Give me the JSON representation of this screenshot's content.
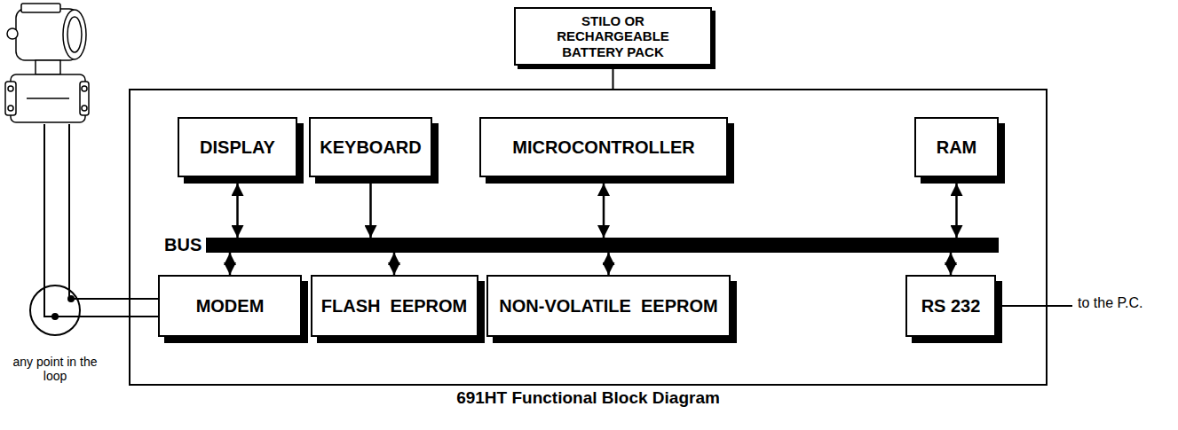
{
  "diagram": {
    "nodes": [
      {
        "text": [
          "STILO OR RECHARGEABLE BATTERY PACK"
        ]
      },
      {
        "text": [
          "691HT Functional Block Diagram"
        ]
      },
      {
        "text": [
          "DISPLAY"
        ],
        "in": 1
      },
      {
        "text": [
          "KEYBOARD"
        ],
        "in": 1
      },
      {
        "text": [
          "MICROCONTROLLER"
        ],
        "in": 1
      },
      {
        "text": [
          "RAM"
        ],
        "in": 1
      },
      {
        "text": [
          "BUS"
        ],
        "in": 1
      },
      {
        "text": [
          "MODEM"
        ],
        "in": 1
      },
      {
        "text": [
          "FLASH  EEPROM"
        ],
        "in": 1
      },
      {
        "text": [
          "NON-VOLATILE  EEPROM"
        ],
        "in": 1
      },
      {
        "text": [
          "RS 232"
        ],
        "in": 1
      }
    ],
    "edges": [
      {
        "from": 0,
        "to": 1,
        "arrow": "none"
      },
      {
        "from": 2,
        "to": 6,
        "arrow": "both"
      },
      {
        "from": 3,
        "to": 6,
        "arrow": "to"
      },
      {
        "from": 4,
        "to": 6,
        "arrow": "both"
      },
      {
        "from": 5,
        "to": 6,
        "arrow": "both"
      },
      {
        "from": 7,
        "to": 6,
        "arrow": "both"
      },
      {
        "from": 8,
        "to": 6,
        "arrow": "both"
      },
      {
        "from": 9,
        "to": 6,
        "arrow": "both"
      },
      {
        "from": 10,
        "to": 6,
        "arrow": "both"
      }
    ],
    "labels": [
      "any point in the loop",
      "to the P.C."
    ]
  }
}
